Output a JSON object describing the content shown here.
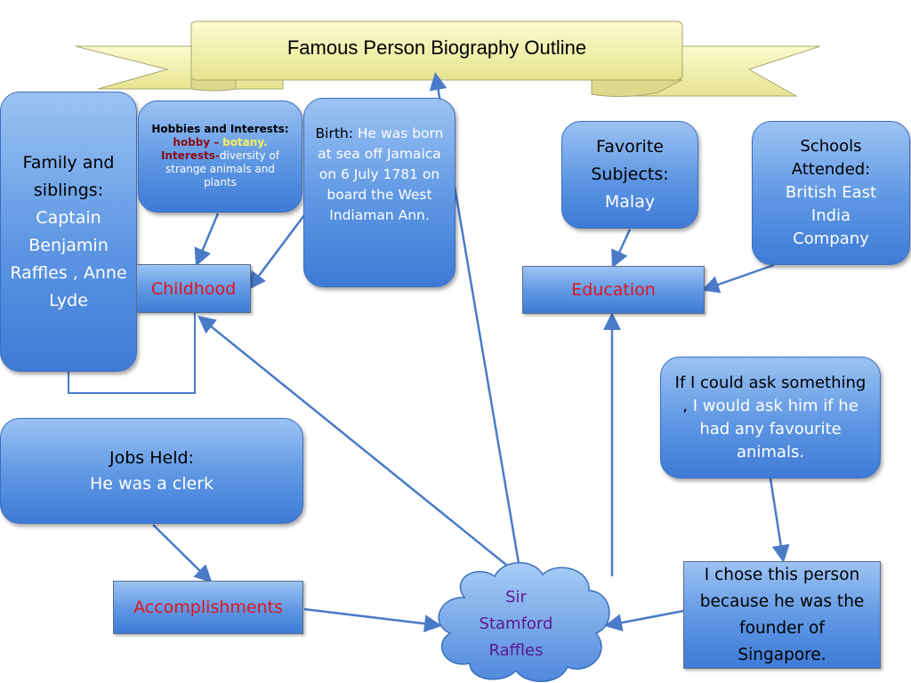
{
  "banner": {
    "title": "Famous Person Biography Outline"
  },
  "family": {
    "label": "Family and siblings:",
    "detail": "Captain Benjamin Raffles , Anne Lyde"
  },
  "hobbies": {
    "label": "Hobbies and Interests:",
    "hobby_key": "hobby –",
    "hobby_value": "botany.",
    "interests_key": "Interests-",
    "interests_value": "diversity of strange animals and plants"
  },
  "birth": {
    "label": "Birth:",
    "detail": "He was born at sea off Jamaica on 6 July 1781 on board the West Indiaman Ann."
  },
  "childhood": {
    "label": "Childhood"
  },
  "favorite_subjects": {
    "label": "Favorite Subjects:",
    "value": "Malay"
  },
  "schools": {
    "label": "Schools Attended:",
    "value": "British East India Company"
  },
  "education": {
    "label": "Education"
  },
  "question": {
    "prefix": "If I could ask something ,",
    "answer": "I would ask him if he had any favourite animals."
  },
  "jobs": {
    "label": "Jobs Held:",
    "value": "He was a clerk"
  },
  "accomplishments": {
    "label": "Accomplishments"
  },
  "center": {
    "line1": "Sir",
    "line2": "Stamford",
    "line3": "Raffles"
  },
  "reason": {
    "text": "I chose this person because he was the founder of Singapore."
  },
  "colors": {
    "box_gradient_top": "#9cc3f3",
    "box_gradient_bottom": "#3f7bd6",
    "banner_fill": "#f1f0a6",
    "arrow": "#4a7bc8",
    "red_label": "#e4141b",
    "purple_label": "#5b1a92"
  }
}
